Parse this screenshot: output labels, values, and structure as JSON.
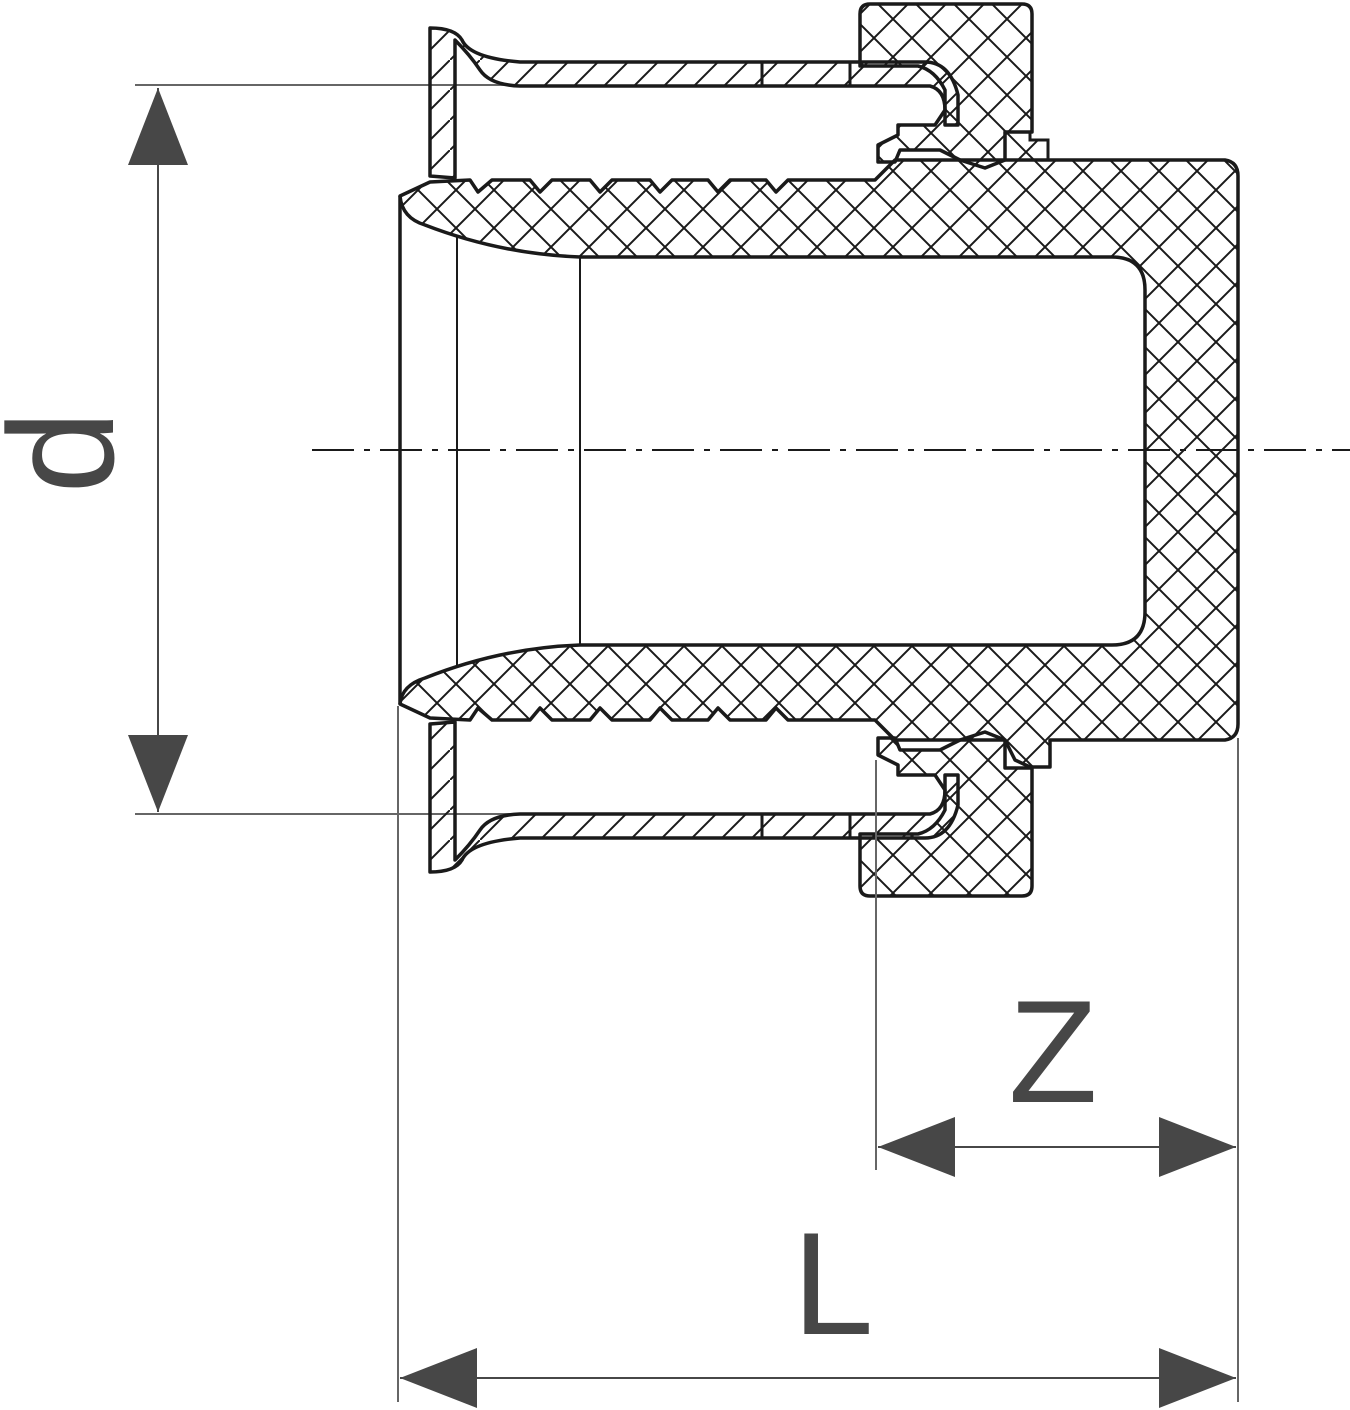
{
  "dimensions": {
    "diameter_label": "d",
    "length_label": "L",
    "insertion_depth_label": "Z"
  },
  "colors": {
    "line": "#1a1a1a",
    "arrow": "#474747",
    "dimension_text": "#474747",
    "background": "#ffffff"
  }
}
